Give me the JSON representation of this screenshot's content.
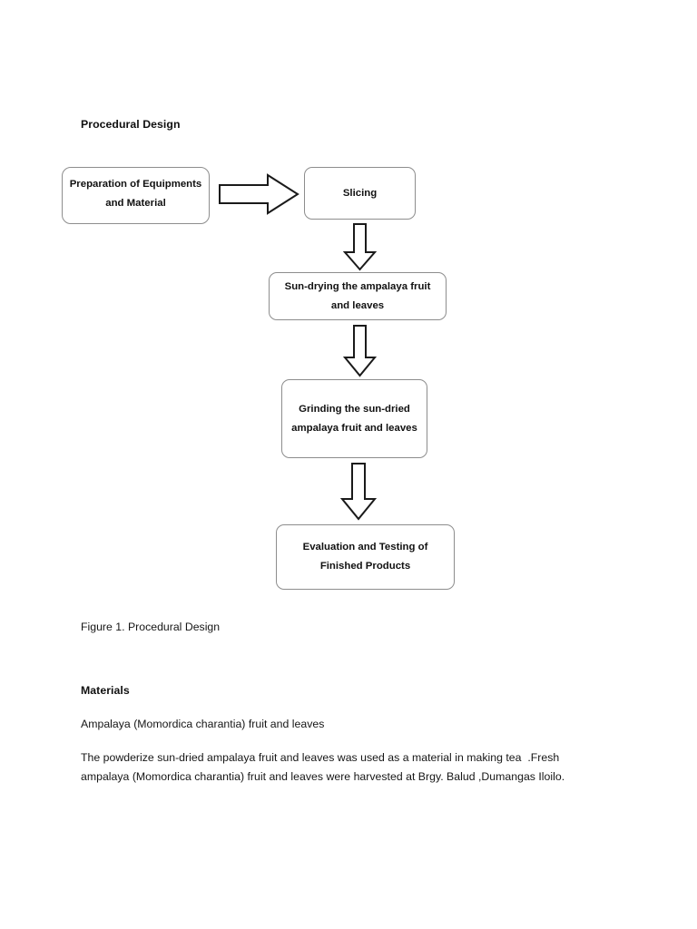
{
  "document": {
    "page_title": "Procedural Design",
    "caption": "Figure 1. Procedural Design",
    "materials_heading": "Materials",
    "materials_line": "Ampalaya (Momordica charantia) fruit and leaves",
    "materials_paragraph": "The powderize sun-dried ampalaya fruit and leaves was used as a material in making tea  .Fresh ampalaya (Momordica charantia) fruit and leaves were harvested at Brgy. Balud ,Dumangas Iloilo."
  },
  "flowchart": {
    "boxes": [
      {
        "id": "preparation",
        "label": "Preparation of Equipments and Material"
      },
      {
        "id": "slicing",
        "label": "Slicing"
      },
      {
        "id": "sundrying",
        "label": "Sun-drying the ampalaya fruit and leaves"
      },
      {
        "id": "grinding",
        "label": "Grinding the sun-dried ampalaya fruit and leaves"
      },
      {
        "id": "evaluation",
        "label": "Evaluation and Testing of Finished Products"
      }
    ],
    "arrows": [
      {
        "id": "arrow-right",
        "direction": "right"
      },
      {
        "id": "arrow-down-1",
        "direction": "down"
      },
      {
        "id": "arrow-down-2",
        "direction": "down"
      },
      {
        "id": "arrow-down-3",
        "direction": "down"
      }
    ],
    "colors": {
      "box_border": "#8d8d8d",
      "box_fill": "#ffffff",
      "arrow_stroke": "#1a1a1a",
      "arrow_fill": "#ffffff",
      "text": "#111111"
    }
  }
}
